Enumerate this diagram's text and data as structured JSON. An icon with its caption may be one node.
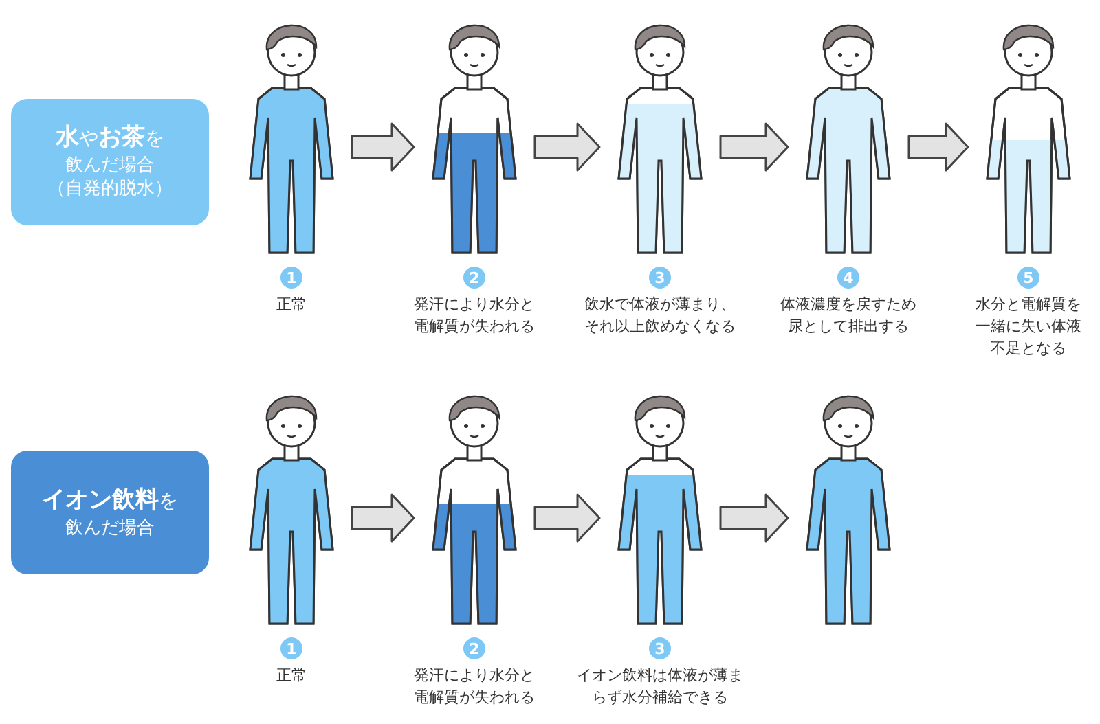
{
  "diagram": {
    "nodes": [
      {
        "text": [
          "**水**や**お茶**を",
          "飲んだ場合",
          "（自発的脱水）"
        ]
      },
      {
        "text": [],
        "shape": "person",
        "beside": [
          "1",
          "正常"
        ]
      },
      {
        "text": [],
        "shape": "person",
        "beside": [
          "2",
          "発汗により水分と電解質が失われる"
        ]
      },
      {
        "text": [],
        "shape": "person",
        "beside": [
          "3",
          "飲水で体液が薄まり、それ以上飲めなくなる"
        ]
      },
      {
        "text": [],
        "shape": "person",
        "beside": [
          "4",
          "体液濃度を戻すため尿として排出する"
        ]
      },
      {
        "text": [],
        "shape": "person",
        "beside": [
          "5",
          "水分と電解質を一緒に失い体液不足となる"
        ]
      },
      {
        "text": [
          "**イオン飲料**を",
          "飲んだ場合"
        ]
      },
      {
        "text": [],
        "shape": "person",
        "beside": [
          "1",
          "正常"
        ]
      },
      {
        "text": [],
        "shape": "person",
        "beside": [
          "2",
          "発汗により水分と電解質が失われる"
        ]
      },
      {
        "text": [],
        "shape": "person",
        "beside": [
          "3",
          "イオン飲料は体液が薄まらず水分補給できる"
        ]
      },
      {
        "text": [],
        "shape": "person"
      }
    ],
    "edges": [
      {
        "from": 1,
        "to": 2,
        "arrow": "to"
      },
      {
        "from": 2,
        "to": 3,
        "arrow": "to"
      },
      {
        "from": 3,
        "to": 4,
        "arrow": "to"
      },
      {
        "from": 4,
        "to": 5,
        "arrow": "to"
      },
      {
        "from": 7,
        "to": 8,
        "arrow": "to"
      },
      {
        "from": 8,
        "to": 9,
        "arrow": "to"
      },
      {
        "from": 9,
        "to": 10,
        "arrow": "to"
      }
    ]
  }
}
